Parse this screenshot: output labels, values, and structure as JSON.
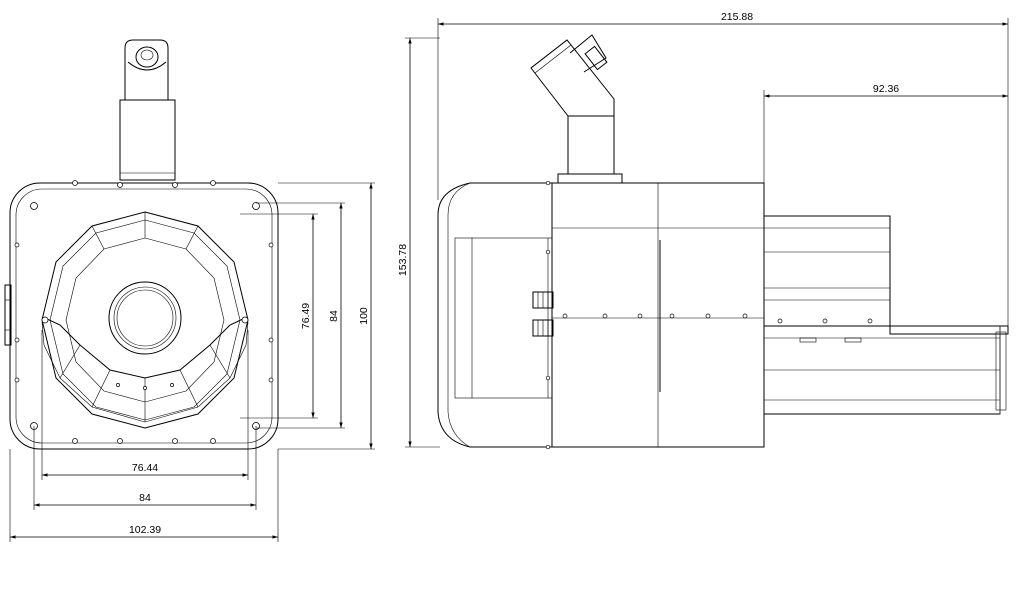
{
  "dimensions": {
    "front_inner_width": "76.44",
    "front_bolt_width": "84",
    "front_overall_width": "102.39",
    "front_inner_height": "76.49",
    "front_bolt_height": "84",
    "front_overall_height": "100",
    "side_overall_length": "215.88",
    "side_overall_height": "153.78",
    "side_extension_length": "92.36"
  },
  "colors": {
    "line": "#000000",
    "background": "#ffffff"
  }
}
